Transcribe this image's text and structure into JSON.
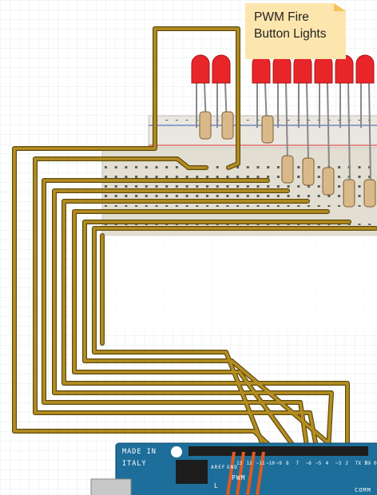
{
  "note": {
    "line1": "PWM Fire",
    "line2": "Button Lights"
  },
  "arduino": {
    "brand_line1": "MADE IN",
    "brand_line2": "ITALY",
    "aref": "AREF",
    "gnd": "GND",
    "digital_pins": [
      "13",
      "12",
      "~11",
      "~10",
      "~9",
      "8",
      "7",
      "~6",
      "~5",
      "4",
      "~3",
      "2",
      "TX 1",
      "RX 0"
    ],
    "pwm_label": "PWM",
    "comm_label": "COMM",
    "l_label": "L"
  },
  "colors": {
    "wire": "#9a7a18",
    "wire_outline": "#5d4909",
    "led": "#e8262a",
    "board": "#1d6e9a",
    "orange_wire": "#e05a1e",
    "breadboard": "#eceae2"
  }
}
